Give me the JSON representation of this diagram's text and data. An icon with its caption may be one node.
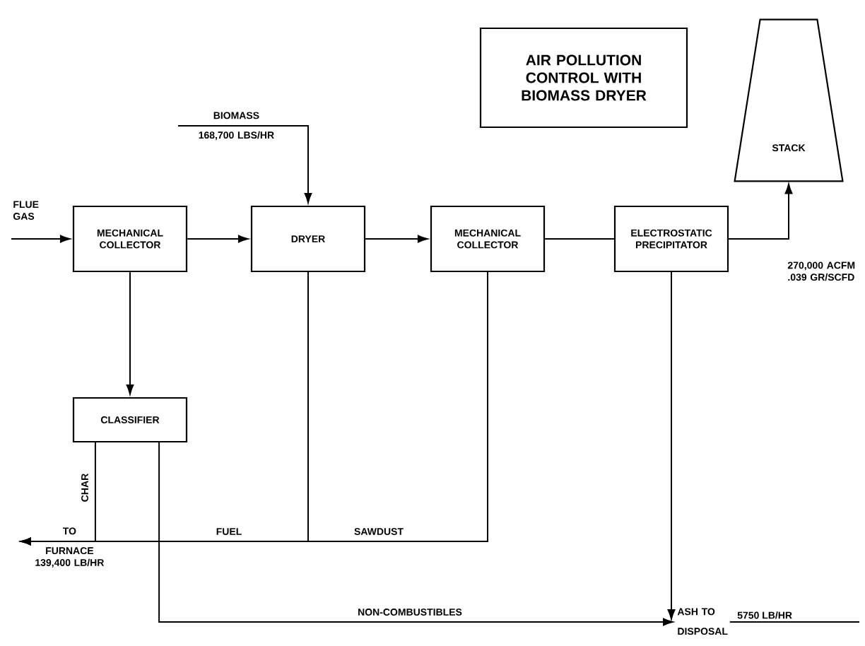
{
  "diagram": {
    "title": "AIR POLLUTION CONTROL WITH BIOMASS DRYER",
    "nodes": [
      {
        "text": [
          "FLUE GAS"
        ]
      },
      {
        "text": [
          "MECHANICAL COLLECTOR"
        ]
      },
      {
        "text": [
          "DRYER"
        ]
      },
      {
        "text": [
          "MECHANICAL COLLECTOR"
        ]
      },
      {
        "text": [
          "ELECTROSTATIC PRECIPITATOR"
        ]
      },
      {
        "text": [
          "STACK"
        ]
      },
      {
        "text": [
          "BIOMASS",
          "168,700 LBS/HR"
        ]
      },
      {
        "text": [
          "CLASSIFIER"
        ]
      },
      {
        "text": [
          "TO",
          "FURNACE 139,400 LB/HR"
        ]
      },
      {
        "text": [
          "ASH TO",
          "DISPOSAL"
        ],
        "beside": [
          "5750 LB/HR"
        ]
      }
    ],
    "edges": [
      {
        "from": 0,
        "to": 1,
        "arrow": "to"
      },
      {
        "from": 1,
        "to": 2,
        "arrow": "to"
      },
      {
        "from": 2,
        "to": 3,
        "arrow": "to"
      },
      {
        "from": 3,
        "to": 4,
        "arrow": "none"
      },
      {
        "from": 4,
        "to": 5,
        "arrow": "to",
        "label": "270,000 ACFM .039 GR/SCFD"
      },
      {
        "from": 6,
        "to": 2,
        "arrow": "to"
      },
      {
        "from": 1,
        "to": 7,
        "arrow": "to"
      },
      {
        "from": 7,
        "to": 8,
        "arrow": "to",
        "label": "CHAR"
      },
      {
        "from": 2,
        "to": 8,
        "arrow": "to",
        "label": "FUEL"
      },
      {
        "from": 3,
        "to": 8,
        "arrow": "to",
        "label": "SAWDUST"
      },
      {
        "from": 7,
        "to": 9,
        "arrow": "to",
        "label": "NON-COMBUSTIBLES"
      },
      {
        "from": 4,
        "to": 9,
        "arrow": "to"
      }
    ]
  }
}
